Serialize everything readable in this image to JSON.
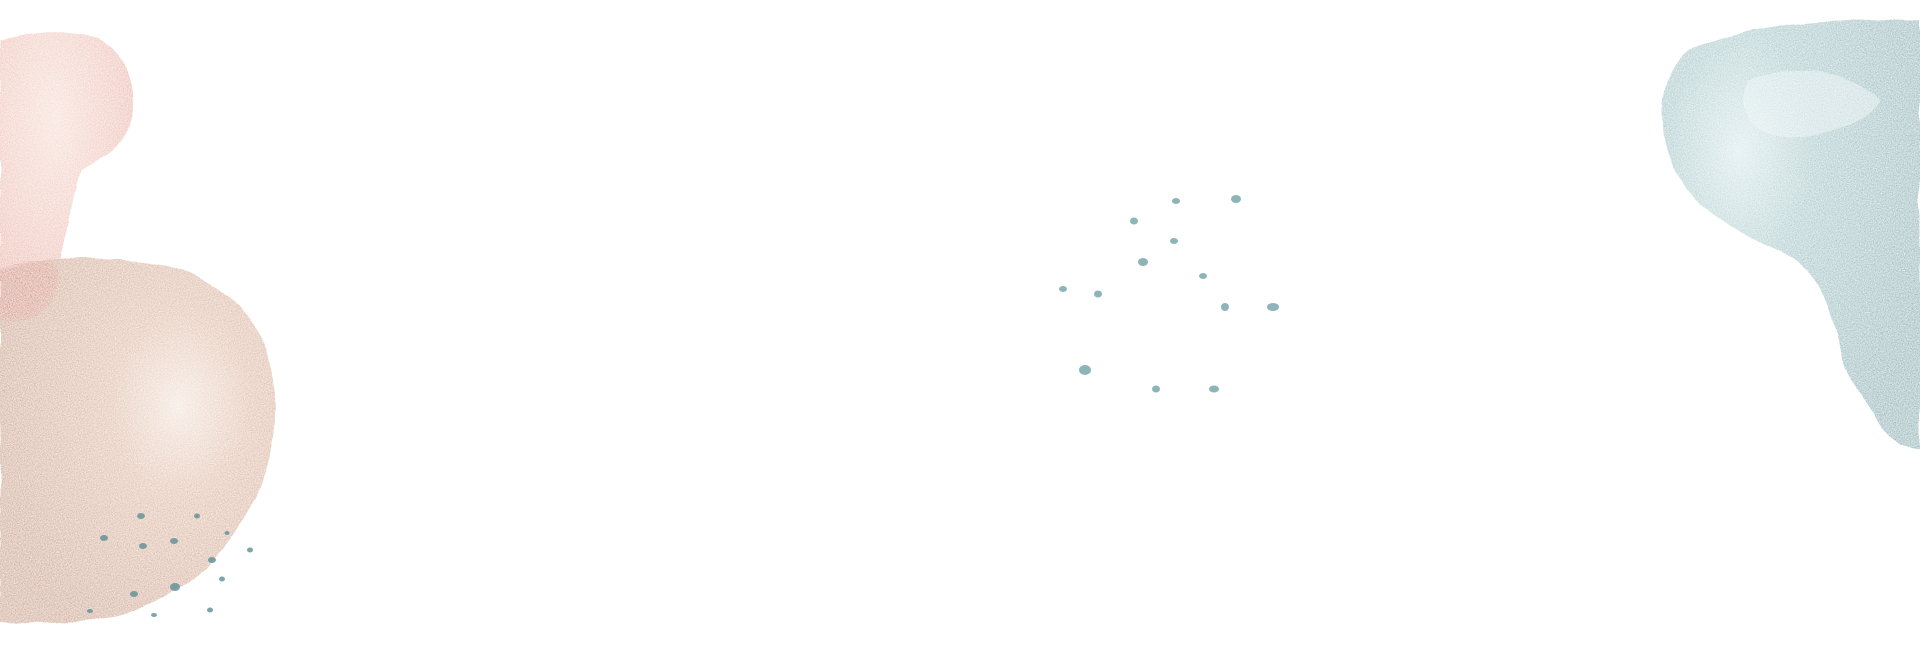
{
  "background_color": "#ffffff",
  "decorations": {
    "left_group": {
      "shapes": [
        "coral-watercolor-blob",
        "tan-watercolor-blob"
      ],
      "coral_color": "#e7a18f",
      "tan_color": "#c98f6c",
      "dots_color": "#5f8f95",
      "dot_cluster": "teal-dot-cluster"
    },
    "center_group": {
      "dot_cluster": "teal-dot-cluster",
      "dots_color": "#7aa8ad"
    },
    "right_group": {
      "shapes": [
        "teal-watercolor-blob"
      ],
      "color": "#6ea6aa"
    }
  }
}
